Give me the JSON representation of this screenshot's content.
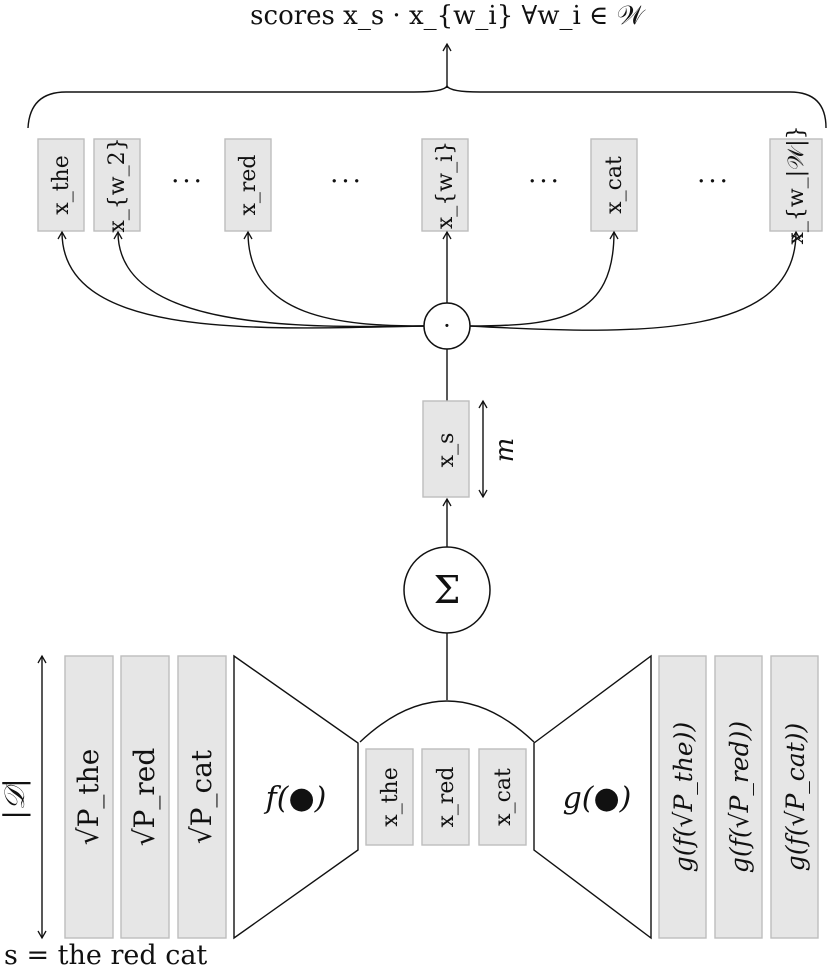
{
  "top_label": "scores x_s · x_{w_i} ∀w_i ∈ 𝒲",
  "vocab_boxes": [
    "x_the",
    "x_{w_2}",
    "x_red",
    "x_{w_i}",
    "x_cat",
    "x_{w_|𝒲|}"
  ],
  "ellipsis": "···",
  "dot_node": "·",
  "sentence_vector": "x_s",
  "dim_label": "m",
  "sum_node": "Σ",
  "depth_label": "|𝒟|",
  "input_sequence": "s = the red cat",
  "input_boxes": [
    "√P_the",
    "√P_red",
    "√P_cat"
  ],
  "encoder": "f(●)",
  "latent_boxes": [
    "x_the",
    "x_red",
    "x_cat"
  ],
  "decoder": "g(●)",
  "output_boxes": [
    "g(f(√P_the))",
    "g(f(√P_red))",
    "g(f(√P_cat))"
  ]
}
